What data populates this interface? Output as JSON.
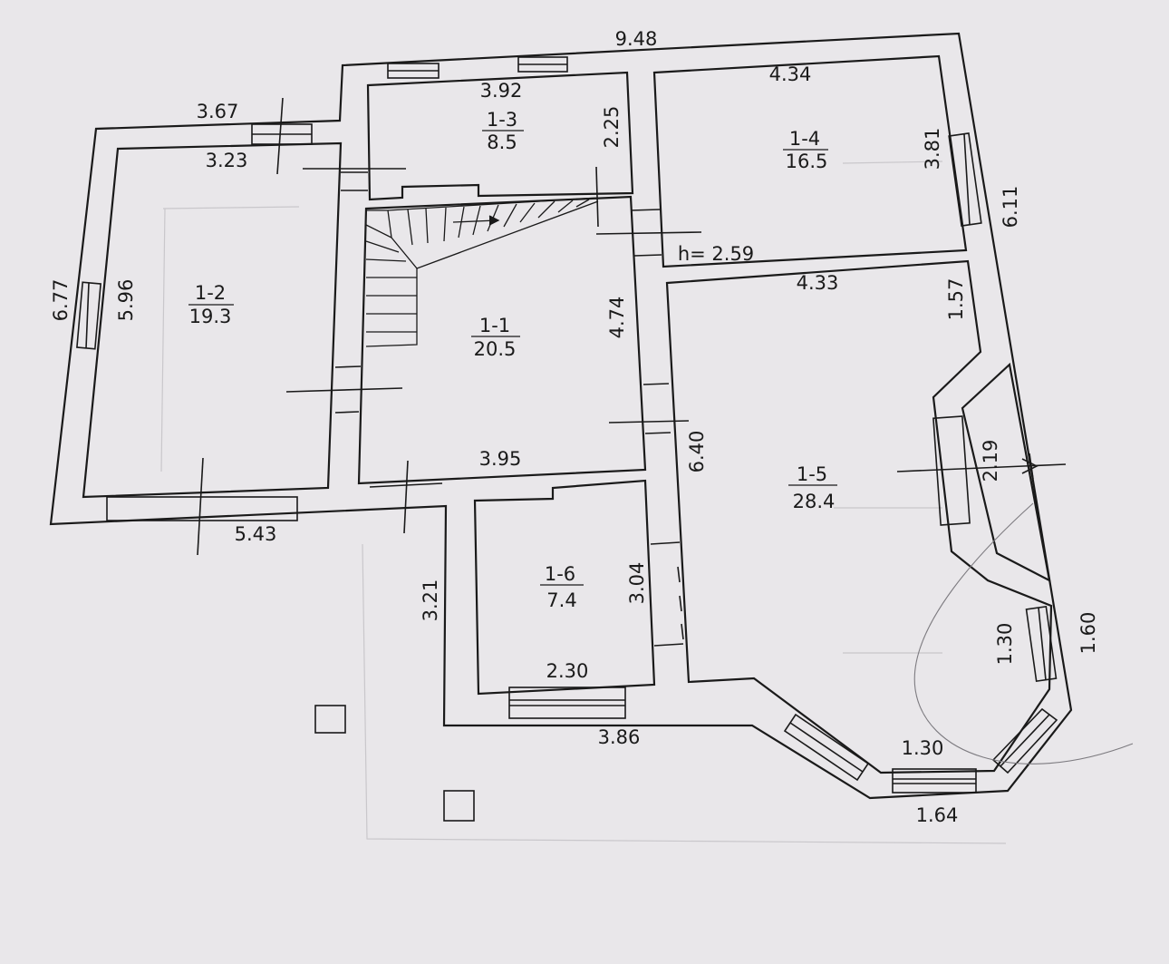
{
  "rooms": [
    {
      "id": "1-1",
      "area": "20.5"
    },
    {
      "id": "1-2",
      "area": "19.3"
    },
    {
      "id": "1-3",
      "area": "8.5"
    },
    {
      "id": "1-4",
      "area": "16.5"
    },
    {
      "id": "1-5",
      "area": "28.4"
    },
    {
      "id": "1-6",
      "area": "7.4"
    }
  ],
  "dimensions": {
    "overall_top": "9.48",
    "r12_top_outer": "3.67",
    "r12_top_inner": "3.23",
    "r12_left_outer": "6.77",
    "r12_left_inner": "5.96",
    "r12_bottom": "5.43",
    "r13_top": "3.92",
    "r13_side": "2.25",
    "r14_top": "4.34",
    "r14_side": "3.81",
    "right_outer": "6.11",
    "ceiling_height": "h= 2.59",
    "r15_top": "4.33",
    "r15_right_upper": "1.57",
    "r11_side": "4.74",
    "r11_bottom": "3.95",
    "r15_left": "6.40",
    "bay_depth": "2.19",
    "r16_side": "3.04",
    "r16_bottom": "2.30",
    "r16_outer_left": "3.21",
    "bottom_outer": "3.86",
    "bay_side_inner": "1.30",
    "bay_side_outer": "1.60",
    "bay_front_inner": "1.30",
    "bay_front_outer": "1.64"
  }
}
